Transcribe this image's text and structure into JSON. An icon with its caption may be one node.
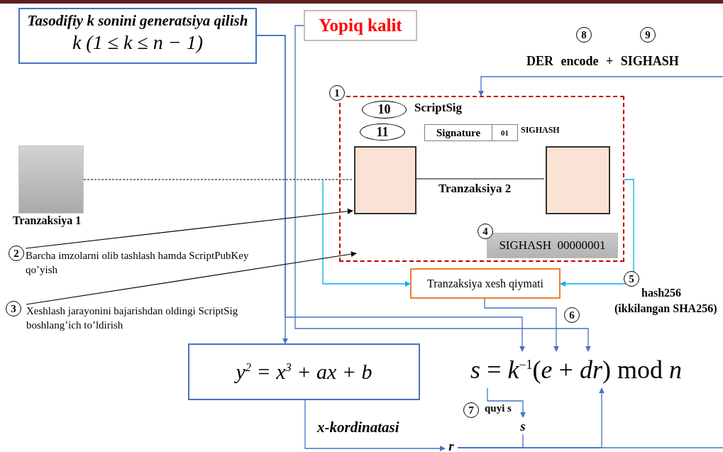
{
  "diagram": {
    "nodes": [
      {
        "text": [
          "Tasodifiy k sonini generatsiya qilish",
          "*k* (1 ≤ *k* ≤ *n* − 1)"
        ]
      },
      {
        "text": [
          "Yopiq kalit"
        ]
      },
      {
        "text": [],
        "shape": "box"
      },
      {
        "text": [
          "10"
        ],
        "in": 2
      },
      {
        "text": [
          "11"
        ],
        "in": 2
      },
      {
        "text": [
          "Signature",
          "01"
        ],
        "in": 2
      },
      {
        "text": [],
        "shape": "box",
        "in": 2
      },
      {
        "text": [],
        "shape": "box",
        "in": 2
      },
      {
        "text": [
          "SIGHASH  00000001"
        ],
        "in": 2
      },
      {
        "text": [],
        "shape": "box",
        "beside": [
          "Tranzaksiya 1"
        ]
      },
      {
        "text": [
          "Barcha imzolarni olib tashlash hamda ScriptPubKey qo’yish"
        ]
      },
      {
        "text": [
          "Xeshlash jarayonini bajarishdan oldingi ScriptSig boshlang’ich to’ldirish"
        ]
      },
      {
        "text": [
          "Tranzaksiya xesh qiymati"
        ]
      },
      {
        "text": [
          "*y*$^{2}$ = *x*$^{3}$ + *ax* + *b*"
        ]
      },
      {
        "text": [
          "*s* = *k*$^{−1}$(*e* + *dr*) mod *n*"
        ]
      },
      {
        "text": [
          "s"
        ]
      },
      {
        "text": [
          "r"
        ]
      }
    ],
    "edges": [
      {
        "from": 0,
        "to": 13,
        "arrow": "to"
      },
      {
        "from": 0,
        "to": 14,
        "arrow": "to"
      },
      {
        "from": 1,
        "to": 14,
        "arrow": "to"
      },
      {
        "from": 9,
        "to": 6,
        "arrow": "none",
        "style": "dashed",
        "color": "#555555"
      },
      {
        "from": 6,
        "to": 7,
        "arrow": "none",
        "color": "#000000"
      },
      {
        "from": null,
        "to": 12,
        "arrow": "to",
        "color": "#00b0f0"
      },
      {
        "from": 2,
        "to": 12,
        "arrow": "to",
        "color": "#00b0f0"
      },
      {
        "from": 12,
        "to": 14,
        "arrow": "to"
      },
      {
        "from": null,
        "to": 2,
        "arrow": "to"
      },
      {
        "from": 10,
        "to": 6,
        "arrow": "to",
        "color": "#000000"
      },
      {
        "from": 11,
        "to": 2,
        "arrow": "to",
        "color": "#000000"
      },
      {
        "from": 14,
        "to": 15,
        "arrow": "to"
      },
      {
        "from": 13,
        "to": 16,
        "arrow": "to"
      },
      {
        "from": 16,
        "to": 14,
        "arrow": "to"
      },
      {
        "from": 15,
        "to": 16,
        "arrow": "none"
      },
      {
        "from": 16,
        "to": null,
        "arrow": "none"
      }
    ],
    "labels": [
      "8",
      "9",
      "DER encode + SIGHASH",
      "1",
      "ScriptSig",
      "SIGHASH",
      "Tranzaksiya 2",
      "2",
      "4",
      "3",
      "5",
      "hash256 (ikkilangan SHA256)",
      "6",
      "7",
      "quyi s",
      "x-kordinatasi"
    ]
  }
}
